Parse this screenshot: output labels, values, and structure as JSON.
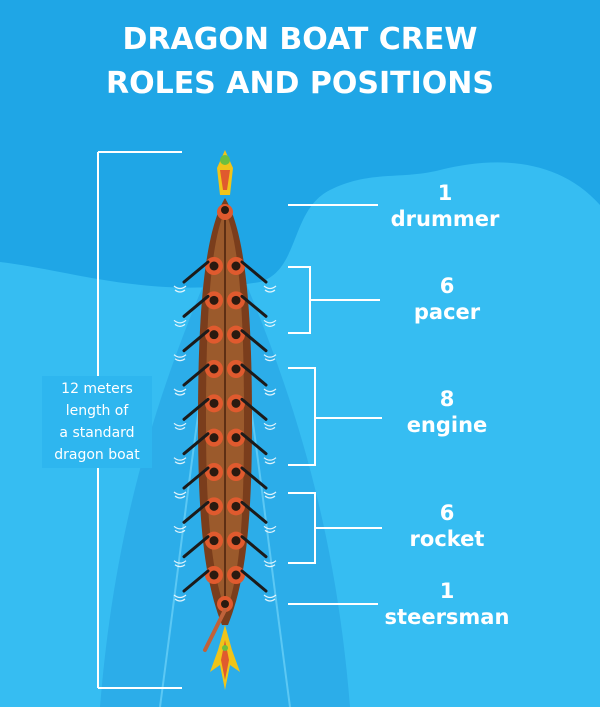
{
  "title": {
    "line1": "DRAGON BOAT CREW",
    "line2": "ROLES AND POSITIONS"
  },
  "boat_length": {
    "line1": "12 meters",
    "line2": "length of",
    "line3": "a standard",
    "line4": "dragon boat"
  },
  "roles": [
    {
      "count": "1",
      "name": "drummer"
    },
    {
      "count": "6",
      "name": "pacer"
    },
    {
      "count": "8",
      "name": "engine"
    },
    {
      "count": "6",
      "name": "rocket"
    },
    {
      "count": "1",
      "name": "steersman"
    }
  ],
  "colors": {
    "background": "#1fa6e6",
    "wave": "#36bdf2",
    "wake": "#48c6f5",
    "text": "#ffffff",
    "hull": "#8b4a24",
    "rower": "#e05a2e"
  }
}
